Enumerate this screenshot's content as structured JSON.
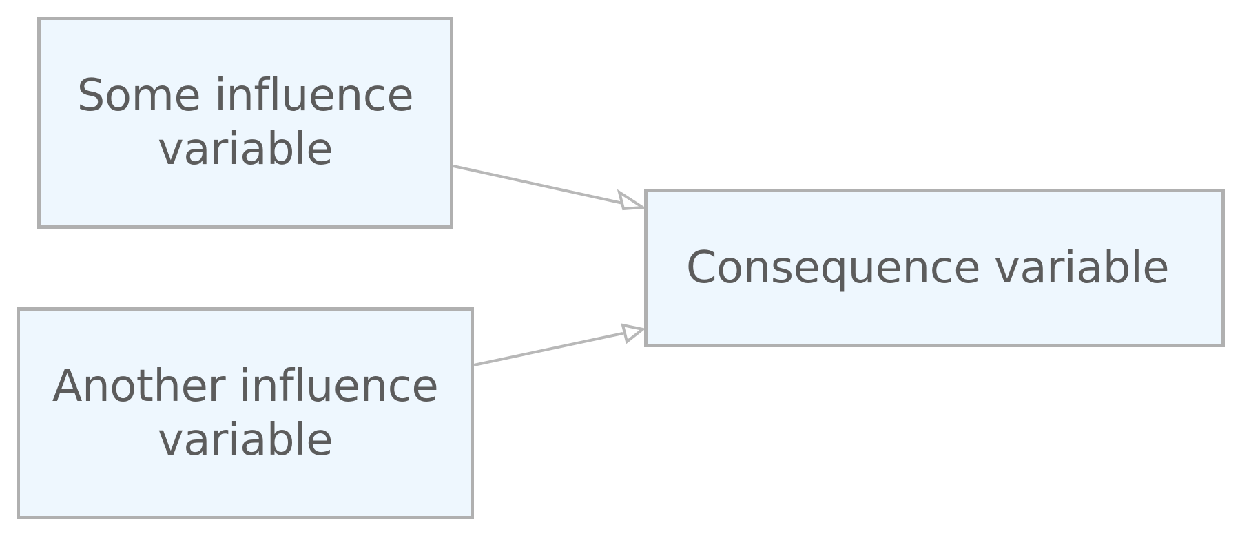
{
  "colors": {
    "node_fill": "#eef7fe",
    "node_border": "#b0b0b0",
    "text": "#5c5c5c",
    "edge": "#b8b8b8"
  },
  "nodes": [
    {
      "id": "some-influence",
      "label": "Some influence\nvariable"
    },
    {
      "id": "another-influence",
      "label": "Another influence\nvariable"
    },
    {
      "id": "consequence",
      "label": "Consequence variable"
    }
  ],
  "edges": [
    {
      "from": "some-influence",
      "to": "consequence",
      "arrowhead": "open-triangle"
    },
    {
      "from": "another-influence",
      "to": "consequence",
      "arrowhead": "open-triangle"
    }
  ]
}
